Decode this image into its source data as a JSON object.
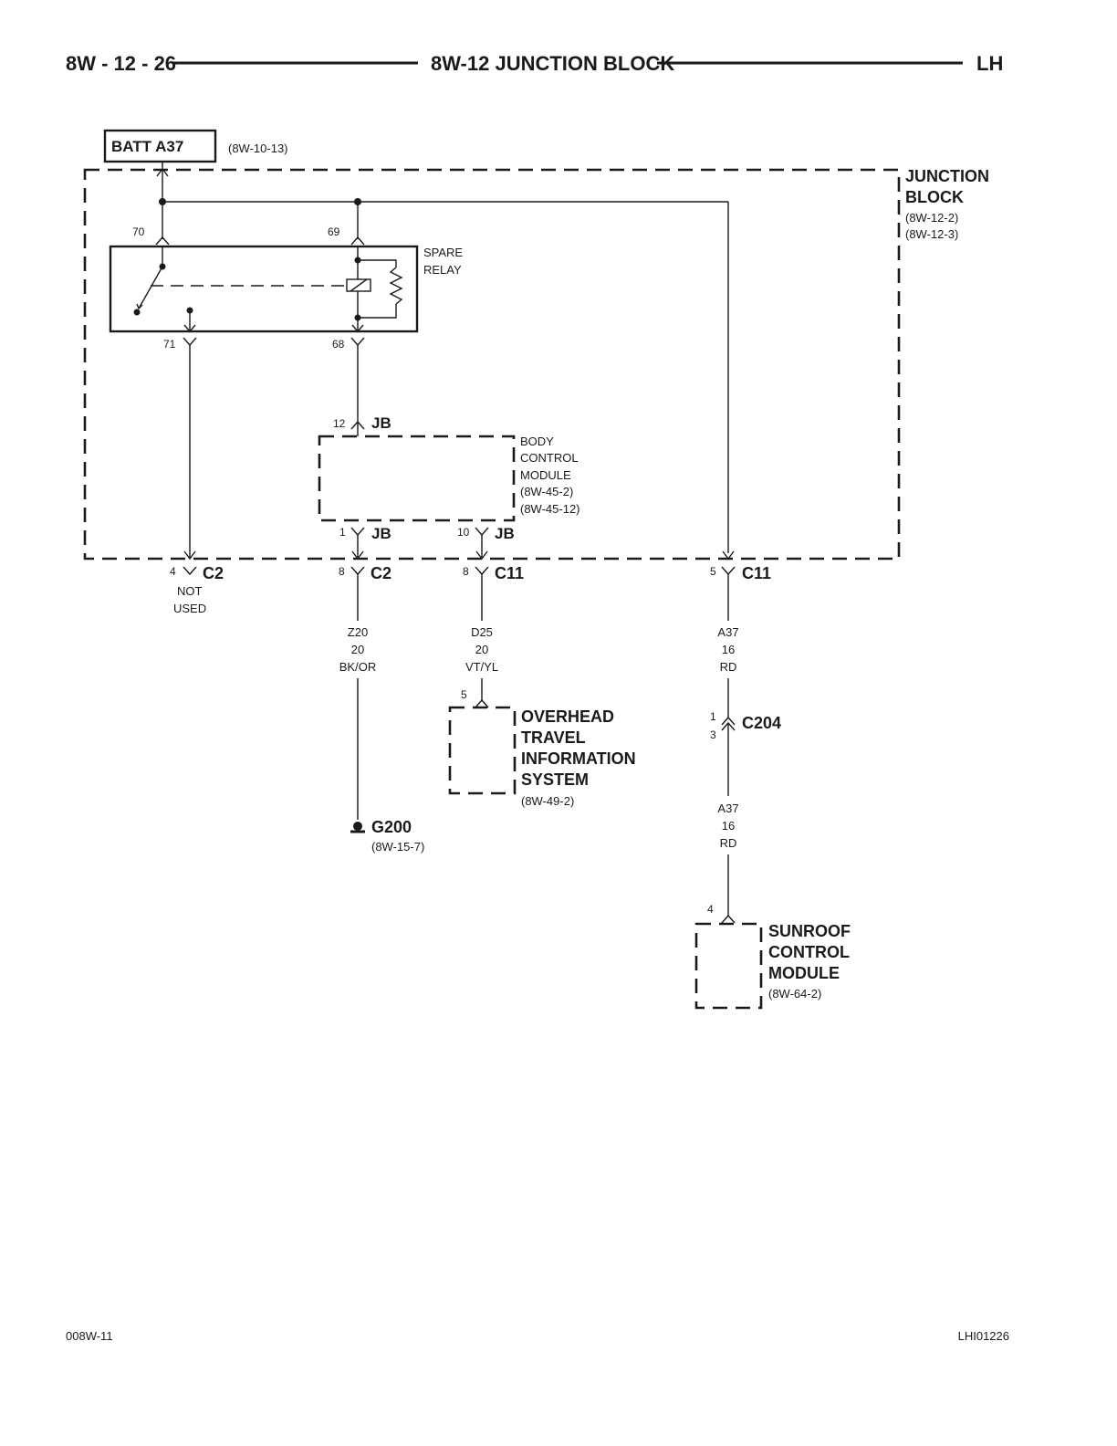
{
  "header": {
    "page_number": "8W - 12 - 26",
    "section_title": "8W-12 JUNCTION BLOCK",
    "variant": "LH"
  },
  "source": {
    "label": "BATT A37",
    "ref": "(8W-10-13)"
  },
  "junction_block": {
    "name_line1": "JUNCTION",
    "name_line2": "BLOCK",
    "ref1": "(8W-12-2)",
    "ref2": "(8W-12-3)"
  },
  "spare_relay": {
    "line1": "SPARE",
    "line2": "RELAY",
    "pins": {
      "p70": "70",
      "p69": "69",
      "p71": "71",
      "p68": "68"
    }
  },
  "bcm": {
    "line1": "BODY",
    "line2": "CONTROL",
    "line3": "MODULE",
    "ref1": "(8W-45-2)",
    "ref2": "(8W-45-12)",
    "pin_in": "12",
    "pin_in_conn": "JB",
    "pin_out1": "1",
    "pin_out1_conn": "JB",
    "pin_out2": "10",
    "pin_out2_conn": "JB"
  },
  "connectors": {
    "c2_a": {
      "pin": "4",
      "name": "C2",
      "note1": "NOT",
      "note2": "USED"
    },
    "c2_b": {
      "pin": "8",
      "name": "C2"
    },
    "c11_a": {
      "pin": "8",
      "name": "C11"
    },
    "c11_b": {
      "pin": "5",
      "name": "C11"
    },
    "c204": {
      "pin_top": "1",
      "pin_bottom": "3",
      "name": "C204"
    }
  },
  "wires": {
    "z20": {
      "circuit": "Z20",
      "gauge": "20",
      "color": "BK/OR"
    },
    "d25": {
      "circuit": "D25",
      "gauge": "20",
      "color": "VT/YL"
    },
    "a37_upper": {
      "circuit": "A37",
      "gauge": "16",
      "color": "RD"
    },
    "a37_lower": {
      "circuit": "A37",
      "gauge": "16",
      "color": "RD"
    }
  },
  "ground": {
    "name": "G200",
    "ref": "(8W-15-7)"
  },
  "overhead": {
    "pin": "5",
    "line1": "OVERHEAD",
    "line2": "TRAVEL",
    "line3": "INFORMATION",
    "line4": "SYSTEM",
    "ref": "(8W-49-2)"
  },
  "sunroof": {
    "pin": "4",
    "line1": "SUNROOF",
    "line2": "CONTROL",
    "line3": "MODULE",
    "ref": "(8W-64-2)"
  },
  "footer": {
    "left_code": "008W-11",
    "right_code": "LHI01226"
  }
}
